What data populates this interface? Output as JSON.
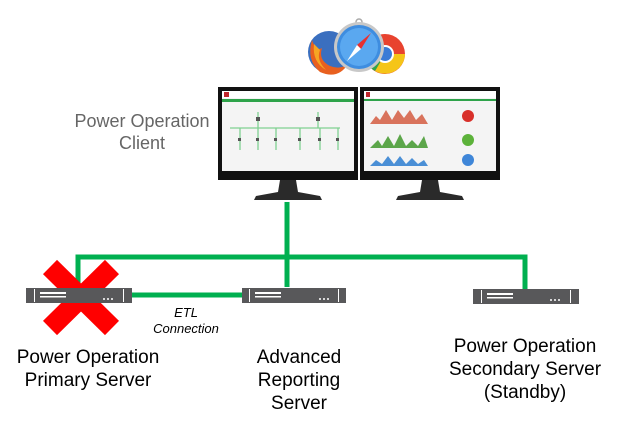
{
  "diagram": {
    "title": "Power Operation architecture with Advanced Reporting Server",
    "browsers": [
      {
        "name": "Firefox",
        "icon": "firefox-icon"
      },
      {
        "name": "Safari",
        "icon": "safari-icon"
      },
      {
        "name": "Chrome",
        "icon": "chrome-icon"
      }
    ],
    "client": {
      "label_line1": "Power Operation",
      "label_line2": "Client",
      "monitors": [
        {
          "content": "one-line diagram"
        },
        {
          "content": "dashboard with trend charts"
        }
      ]
    },
    "servers": {
      "primary": {
        "line1": "Power Operation",
        "line2": "Primary Server",
        "status": "failed"
      },
      "reporting": {
        "line1": "Advanced",
        "line2": "Reporting",
        "line3": "Server"
      },
      "secondary": {
        "line1": "Power Operation",
        "line2": "Secondary Server",
        "line3": "(Standby)"
      }
    },
    "connection": {
      "etl_line1": "ETL",
      "etl_line2": "Connection"
    },
    "colors": {
      "network": "#00b050",
      "server": "#58585a",
      "failure": "#ff0000",
      "client_text": "#666666"
    }
  }
}
